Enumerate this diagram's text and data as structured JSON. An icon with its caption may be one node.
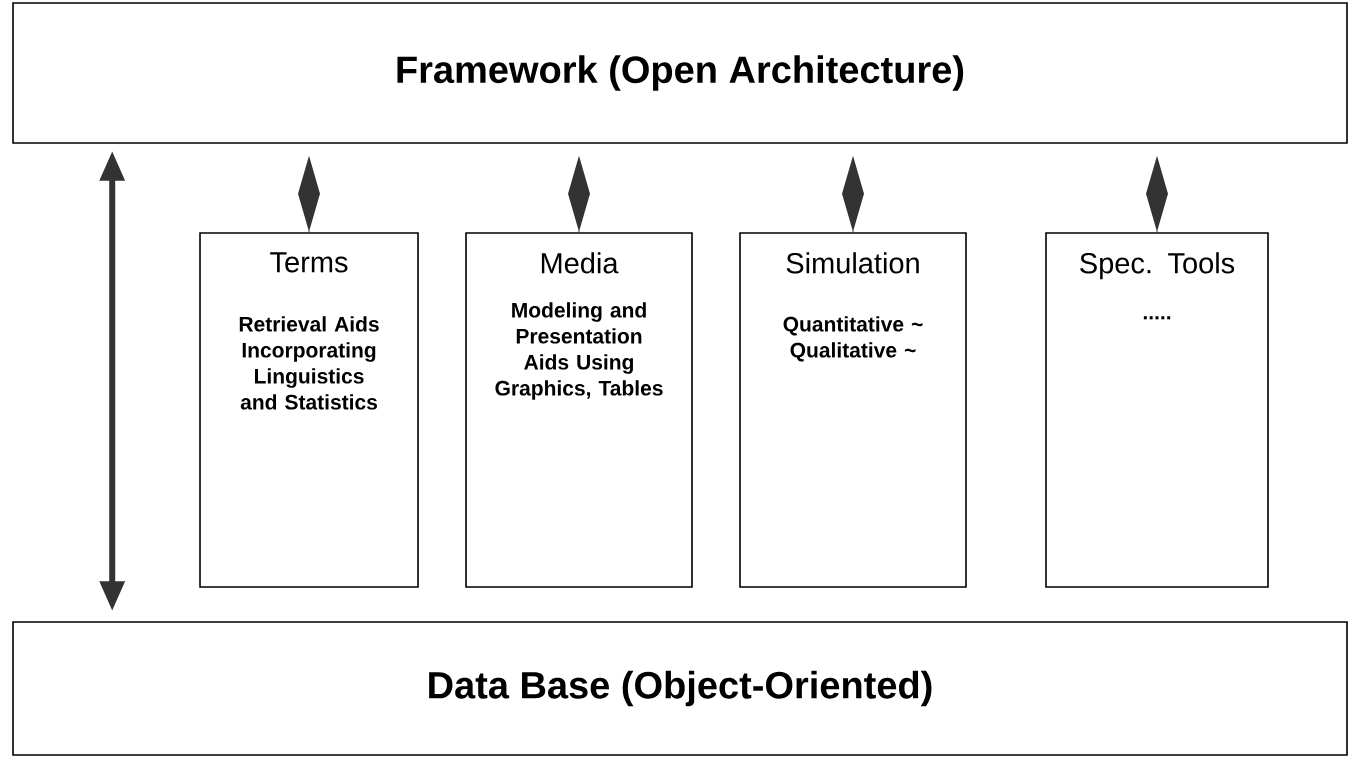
{
  "diagram": {
    "nodes": [
      {
        "text": [
          "Framework (Open Architecture)"
        ]
      },
      {
        "text": [
          "Terms",
          "Retrieval Aids Incorporating Linguistics and Statistics"
        ]
      },
      {
        "text": [
          "Media",
          "Modeling and Presentation Aids Using Graphics, Tables"
        ]
      },
      {
        "text": [
          "Simulation",
          "Quantitative ~ Qualitative ~"
        ]
      },
      {
        "text": [
          "Spec. Tools",
          "....."
        ]
      },
      {
        "text": [
          "Data Base (Object-Oriented)"
        ]
      }
    ],
    "edges": [
      {
        "from": 5,
        "to": 0,
        "arrow": "both",
        "style": "thick"
      },
      {
        "from": 1,
        "to": 0,
        "arrow": "other"
      },
      {
        "from": 2,
        "to": 0,
        "arrow": "other"
      },
      {
        "from": 3,
        "to": 0,
        "arrow": "other"
      },
      {
        "from": 4,
        "to": 0,
        "arrow": "other"
      }
    ]
  }
}
